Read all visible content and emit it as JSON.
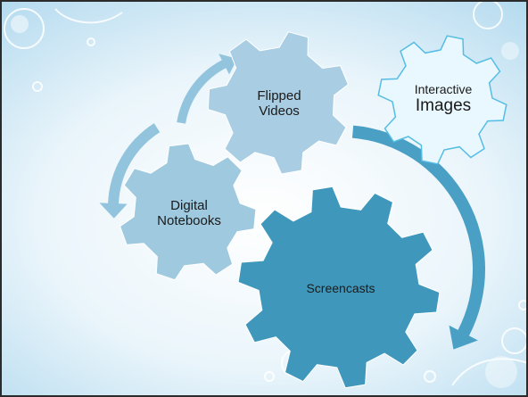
{
  "gears": {
    "flipped": {
      "line1": "Flipped",
      "line2": "Videos",
      "fill": "#a9cde2"
    },
    "interactive": {
      "line1": "Interactive",
      "line2": "Images",
      "fill": "#e8f8fe",
      "stroke": "#55bde4"
    },
    "notebooks": {
      "line1": "Digital",
      "line2": "Notebooks",
      "fill": "#9ec9df"
    },
    "screencasts": {
      "line1": "Screencasts",
      "fill": "#3f98bb"
    }
  },
  "colors": {
    "arrow_light": "#93c4de",
    "arrow_dark": "#4a9fc4"
  }
}
